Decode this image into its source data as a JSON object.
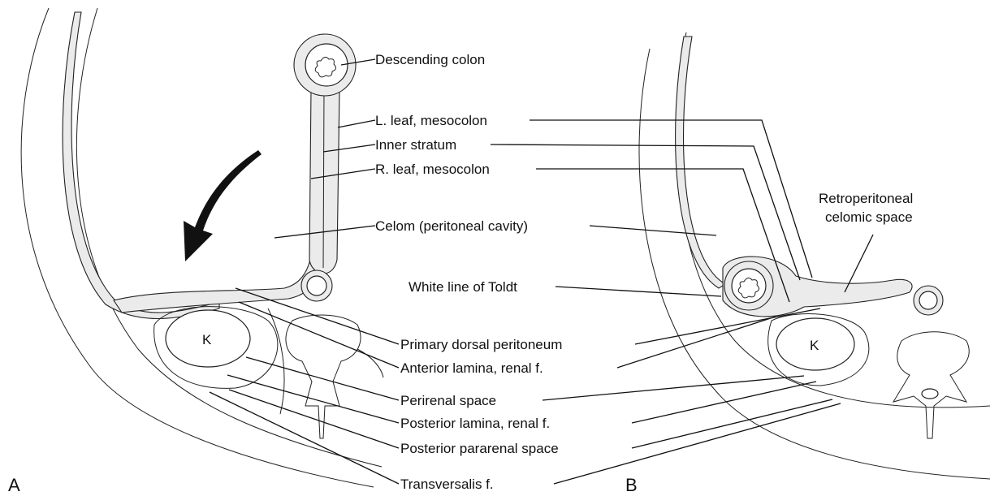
{
  "labels": {
    "descending_colon": "Descending colon",
    "l_leaf": "L. leaf, mesocolon",
    "inner_stratum": "Inner stratum",
    "r_leaf": "R. leaf, mesocolon",
    "celom": "Celom (peritoneal cavity)",
    "retroperitoneal_line1": "Retroperitoneal",
    "retroperitoneal_line2": "celomic space",
    "white_line_toldt": "White line of Toldt",
    "primary_dorsal": "Primary dorsal peritoneum",
    "anterior_lamina": "Anterior lamina, renal f.",
    "perirenal": "Perirenal space",
    "posterior_lamina": "Posterior lamina, renal f.",
    "posterior_pararenal": "Posterior pararenal space",
    "transversalis": "Transversalis f."
  },
  "panels": {
    "a": "A",
    "b": "B"
  },
  "kidney_label": "K",
  "colors": {
    "line": "#111111",
    "band_fill": "#ebebeb",
    "background": "#ffffff"
  }
}
